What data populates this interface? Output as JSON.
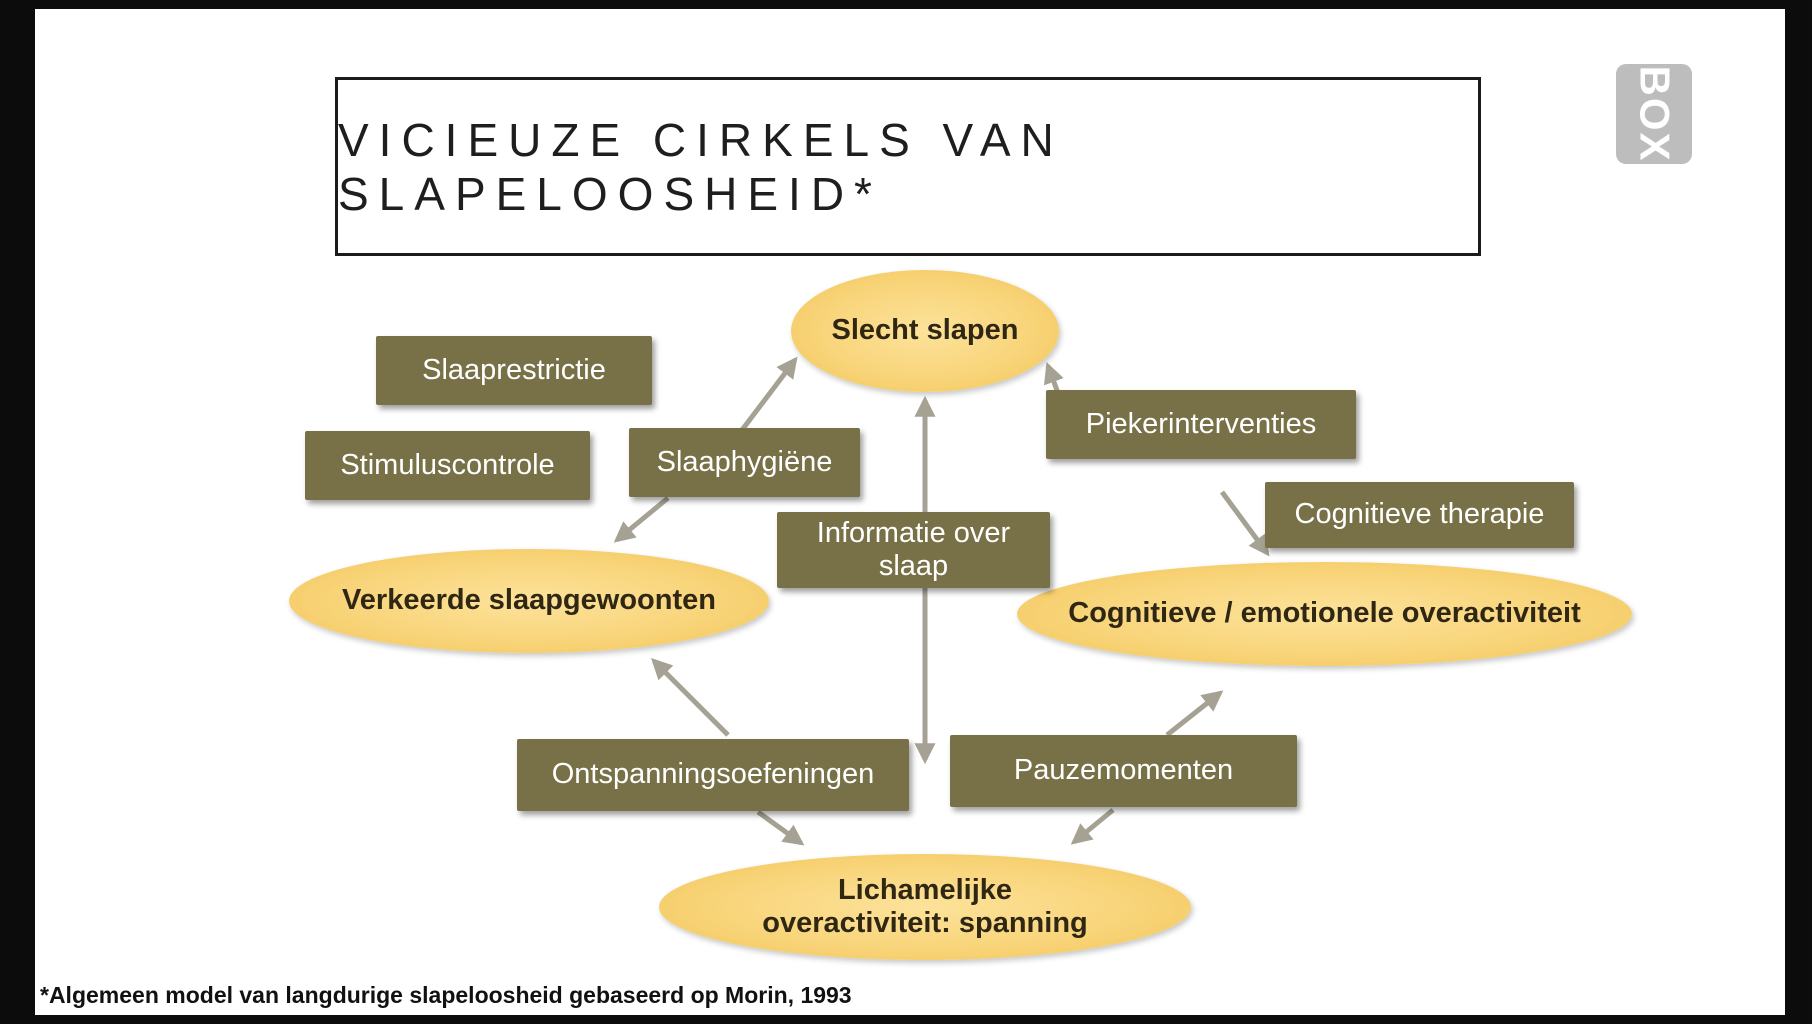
{
  "title": {
    "text": "VICIEUZE CIRKELS VAN SLAPELOOSHEID*"
  },
  "logo": {
    "text": "BOX"
  },
  "footnote": {
    "text": "*Algemeen model van langdurige slapeloosheid gebaseerd op Morin, 1993"
  },
  "diagram": {
    "problems": [
      {
        "id": "slecht-slapen",
        "label": "Slecht slapen"
      },
      {
        "id": "verkeerde-slaapgewoonten",
        "label": "Verkeerde slaapgewoonten"
      },
      {
        "id": "cognitieve-emotionele-overactiviteit",
        "label": "Cognitieve / emotionele overactiviteit"
      },
      {
        "id": "lichamelijke-overactiviteit",
        "label": "Lichamelijke\noveractiviteit: spanning"
      }
    ],
    "interventions": [
      {
        "id": "slaaprestrictie",
        "label": "Slaaprestrictie"
      },
      {
        "id": "stimuluscontrole",
        "label": "Stimuluscontrole"
      },
      {
        "id": "slaaphygiene",
        "label": "Slaaphygiëne"
      },
      {
        "id": "piekerinterventies",
        "label": "Piekerinterventies"
      },
      {
        "id": "cognitieve-therapie",
        "label": "Cognitieve therapie"
      },
      {
        "id": "informatie-over-slaap",
        "label": "Informatie over slaap"
      },
      {
        "id": "ontspanningsoefeningen",
        "label": "Ontspanningsoefeningen"
      },
      {
        "id": "pauzemomenten",
        "label": "Pauzemomenten"
      }
    ],
    "edges": [
      {
        "from": "slaaphygiene",
        "to": "slecht-slapen"
      },
      {
        "from": "slaaphygiene",
        "to": "verkeerde-slaapgewoonten"
      },
      {
        "from": "slecht-slapen",
        "to": "lichamelijke-overactiviteit",
        "bidirectional": true
      },
      {
        "from": "piekerinterventies",
        "to": "slecht-slapen"
      },
      {
        "from": "cognitieve-therapie",
        "to": "cognitieve-emotionele-overactiviteit"
      },
      {
        "from": "ontspanningsoefeningen",
        "to": "verkeerde-slaapgewoonten"
      },
      {
        "from": "ontspanningsoefeningen",
        "to": "lichamelijke-overactiviteit"
      },
      {
        "from": "pauzemomenten",
        "to": "lichamelijke-overactiviteit"
      },
      {
        "from": "pauzemomenten",
        "to": "cognitieve-emotionele-overactiviteit"
      }
    ]
  },
  "colors": {
    "ellipse_fill": "#f8d77d",
    "box_fill": "#787148",
    "arrow": "#a5a294",
    "slide_background": "#ffffff",
    "frame": "#0c0c0c"
  }
}
